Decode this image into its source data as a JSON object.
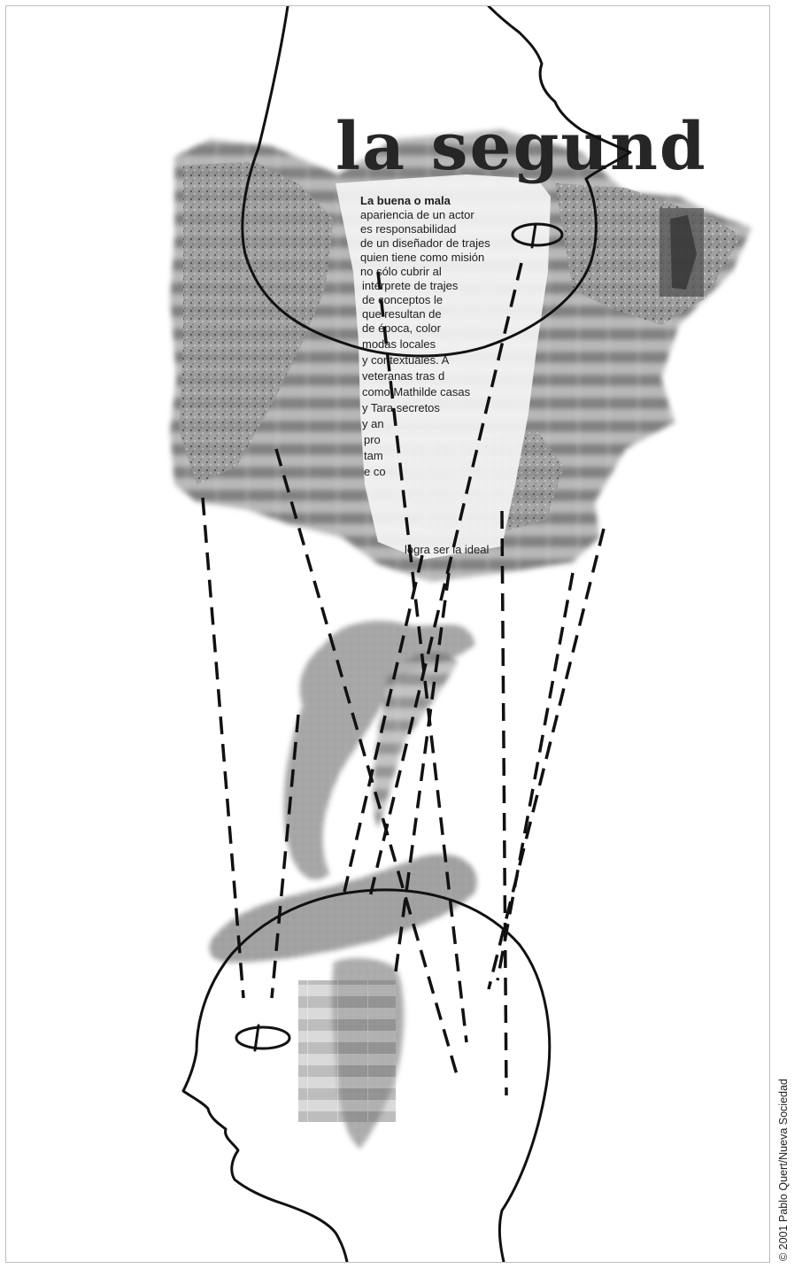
{
  "headline": "la segund",
  "article": {
    "lines": [
      "La buena o mala",
      "apariencia de un actor",
      "es responsabilidad",
      "de un diseñador de trajes",
      "quien tiene como misión",
      "no sólo cubrir al",
      "intérprete de trajes",
      "de conceptos le",
      "que resultan de",
      "de época, color",
      "modas locales",
      "y contextuales. A",
      "veteranas tras d",
      "como Mathilde casas",
      "y Tara secretos",
      "y an",
      "pro",
      "tam",
      "e co",
      "logra ser la ideal"
    ]
  },
  "credit": "© 2001 Pablo Quert/Nueva Sociedad",
  "colors": {
    "ink": "#111111",
    "collage_dark": "#3a3a3a",
    "collage_mid": "#8a8a8a",
    "collage_light": "#c9c9c9"
  }
}
